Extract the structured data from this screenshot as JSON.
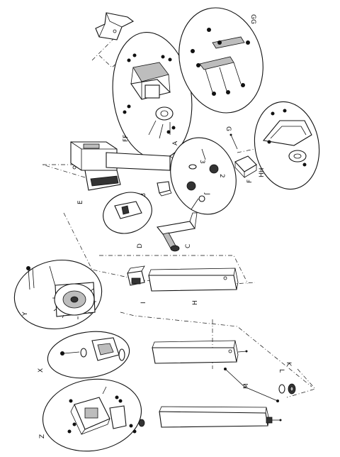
{
  "labels": {
    "A": "A",
    "B": "B",
    "C": "C",
    "D": "D",
    "E": "E",
    "F": "F",
    "G": "G",
    "H": "H",
    "I": "I",
    "J": "J",
    "K": "K",
    "L": "L",
    "M": "M",
    "X": "X",
    "Y": "Y",
    "Z": "Z",
    "FF": "FF",
    "GG": "GG",
    "HH": "HH",
    "N2": "2",
    "N3": "3"
  }
}
